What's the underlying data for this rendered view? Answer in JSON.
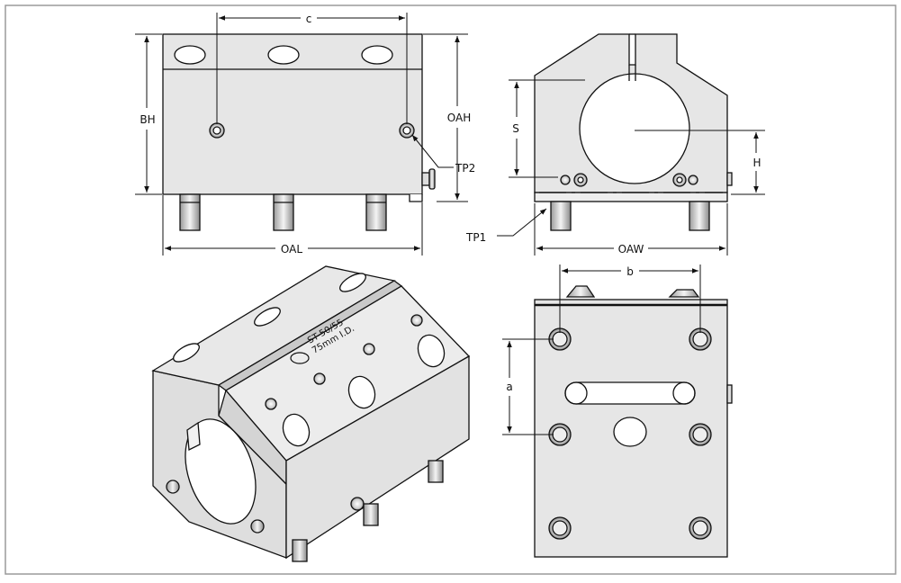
{
  "drawing": {
    "labels": {
      "c": "c",
      "bh": "BH",
      "oah": "OAH",
      "oal": "OAL",
      "tp2": "TP2",
      "s": "S",
      "h": "H",
      "tp1": "TP1",
      "oaw": "OAW",
      "b": "b",
      "a": "a"
    },
    "engraving": {
      "line1": "ST-50/55",
      "line2": "75mm I.D."
    }
  }
}
